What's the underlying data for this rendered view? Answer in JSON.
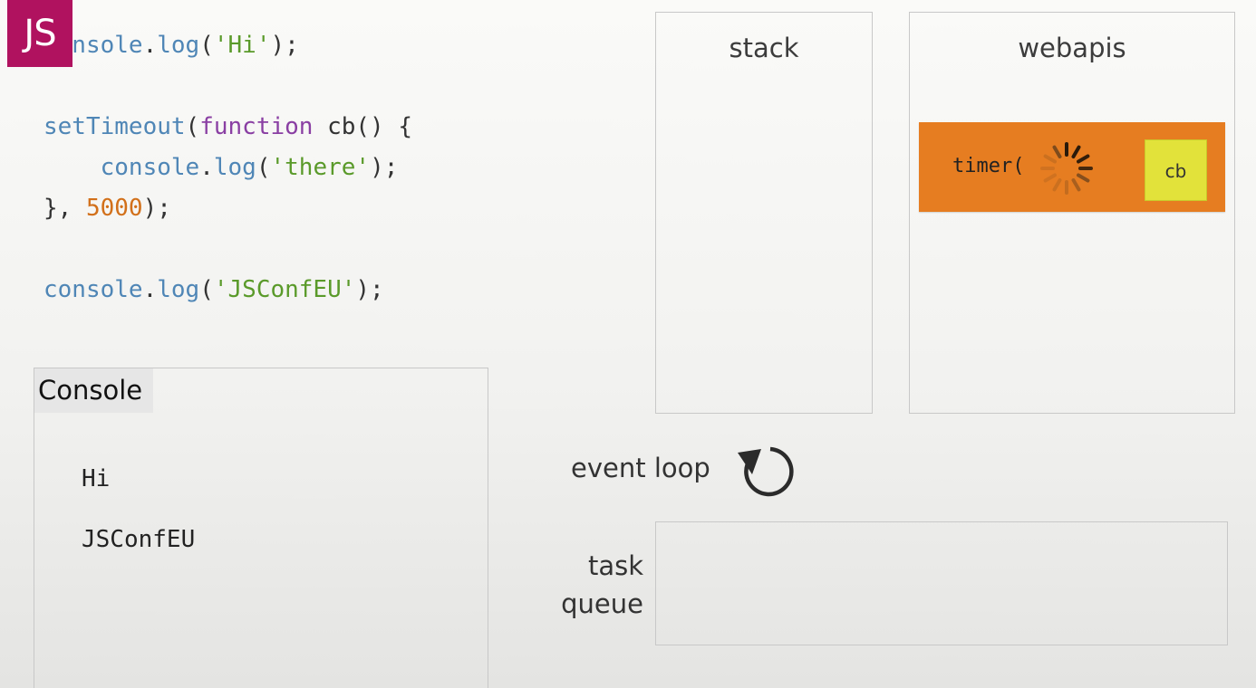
{
  "badge": {
    "label": "JS"
  },
  "code": {
    "line1": {
      "obj": "console",
      "dot": ".",
      "method": "log",
      "open": "(",
      "str": "'Hi'",
      "close": ");"
    },
    "line2": {
      "fn": "setTimeout",
      "open": "(",
      "kw": "function",
      "name": " cb() {"
    },
    "line3": {
      "indent": "    ",
      "obj": "console",
      "dot": ".",
      "method": "log",
      "open": "(",
      "str": "'there'",
      "close": ");"
    },
    "line4": {
      "close": "}, ",
      "num": "5000",
      "end": ");"
    },
    "line5": {
      "obj": "console",
      "dot": ".",
      "method": "log",
      "open": "(",
      "str": "'JSConfEU'",
      "close": ");"
    }
  },
  "console": {
    "title": "Console",
    "lines": [
      "Hi",
      "JSConfEU"
    ]
  },
  "stack": {
    "title": "stack"
  },
  "webapis": {
    "title": "webapis",
    "timer": {
      "label": "timer(",
      "callback": "cb",
      "icon": "loading-spinner-icon"
    }
  },
  "event_loop": {
    "label": "event loop",
    "icon": "loop-arrow-icon"
  },
  "task_queue": {
    "label_line1": "task",
    "label_line2": "queue"
  },
  "colors": {
    "badge": "#b0125f",
    "timer_bg": "#e67d21",
    "callback_bg": "#e2e23a",
    "keyword": "#8a3fa3",
    "string": "#5a9a2a",
    "number": "#d2701a",
    "object": "#4f86b6"
  }
}
